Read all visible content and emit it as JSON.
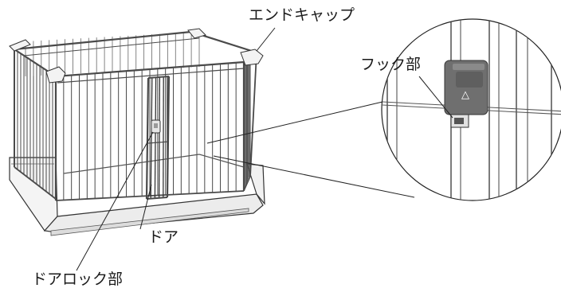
{
  "labels": {
    "end_cap": "エンドキャップ",
    "hook": "フック部",
    "door": "ドア",
    "door_lock": "ドアロック部"
  },
  "lock_symbol": "△",
  "colors": {
    "wire": "#4a4a4a",
    "cap": "#f3f3f3",
    "hook_body": "#6f6f6f",
    "leader": "#222222"
  }
}
